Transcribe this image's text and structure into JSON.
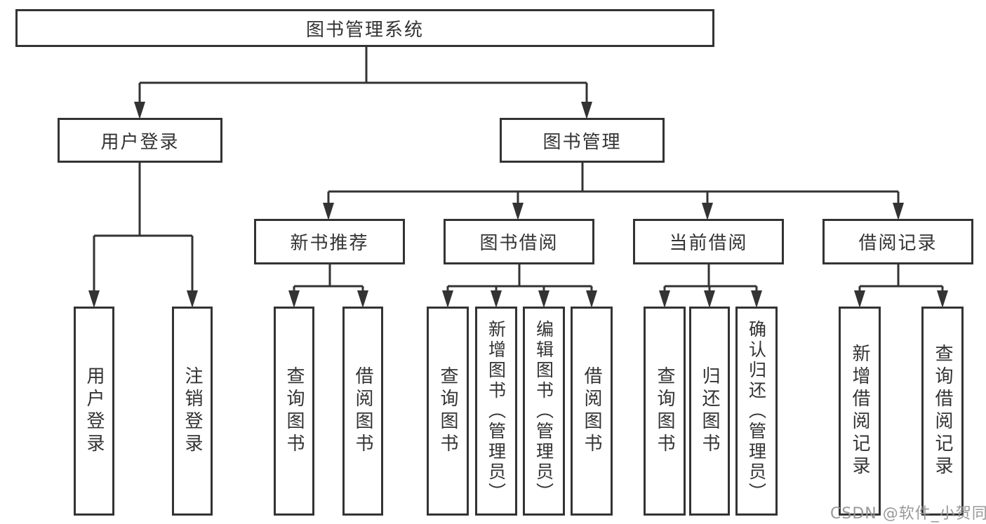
{
  "title": "图书管理系统",
  "tree": {
    "label": "图书管理系统",
    "children": [
      {
        "label": "用户登录",
        "children": [
          {
            "label": "用户登录"
          },
          {
            "label": "注销登录"
          }
        ]
      },
      {
        "label": "图书管理",
        "children": [
          {
            "label": "新书推荐",
            "children": [
              {
                "label": "查询图书"
              },
              {
                "label": "借阅图书"
              }
            ]
          },
          {
            "label": "图书借阅",
            "children": [
              {
                "label": "查询图书"
              },
              {
                "label": "新增图书（管理员）"
              },
              {
                "label": "编辑图书（管理员）"
              },
              {
                "label": "借阅图书"
              }
            ]
          },
          {
            "label": "当前借阅",
            "children": [
              {
                "label": "查询图书"
              },
              {
                "label": "归还图书"
              },
              {
                "label": "确认归还（管理员）"
              }
            ]
          },
          {
            "label": "借阅记录",
            "children": [
              {
                "label": "新增借阅记录"
              },
              {
                "label": "查询借阅记录"
              }
            ]
          }
        ]
      }
    ]
  },
  "watermark": "CSDN @软件_小贺同学",
  "colors": {
    "line": "#333333",
    "text": "#333333",
    "box_background": "#ffffff",
    "page_background": "#ffffff",
    "watermark": "#949494"
  }
}
